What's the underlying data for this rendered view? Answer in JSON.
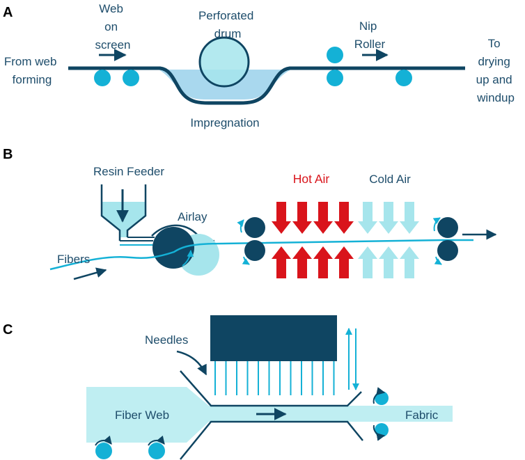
{
  "panels": {
    "a": {
      "letter": "A",
      "web_on_screen": [
        "Web",
        "on",
        "screen"
      ],
      "perforated_drum": [
        "Perforated",
        "drum"
      ],
      "nip_roller": [
        "Nip",
        "Roller"
      ],
      "from_web_forming": [
        "From web",
        "forming"
      ],
      "to_drying": [
        "To",
        "drying",
        "up and",
        "windup"
      ],
      "impregnation": "Impregnation"
    },
    "b": {
      "letter": "B",
      "resin_feeder": "Resin Feeder",
      "airlay": "Airlay",
      "fibers": "Fibers",
      "hot_air": "Hot Air",
      "cold_air": "Cold Air"
    },
    "c": {
      "letter": "C",
      "needles": "Needles",
      "fiber_web": "Fiber Web",
      "fabric": "Fabric"
    }
  },
  "colors": {
    "dark_navy": "#0f4562",
    "text": "#1e4d6b",
    "bright_cyan": "#14b1d6",
    "light_cyan": "#a6e5ec",
    "pale_cyan": "#bfeef2",
    "bath_blue": "#8ccbe8",
    "hot_red": "#d9141b",
    "cold_cyan": "#a6e5ec"
  }
}
